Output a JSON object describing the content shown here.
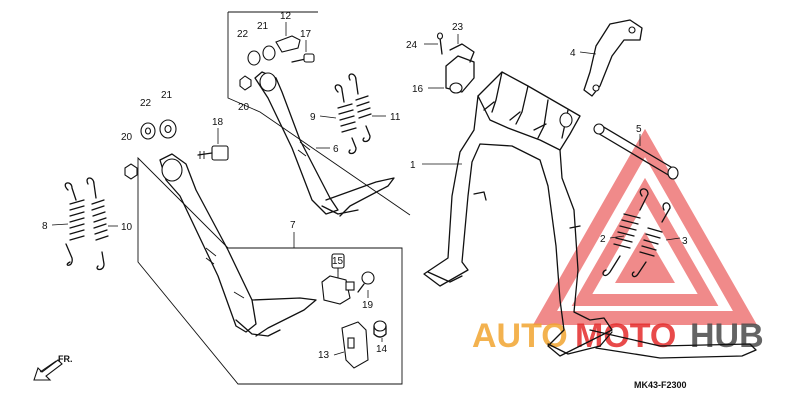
{
  "diagram": {
    "part_numbers": {
      "p1": "1",
      "p2": "2",
      "p3": "3",
      "p4": "4",
      "p5": "5",
      "p6": "6",
      "p7": "7",
      "p8": "8",
      "p9": "9",
      "p10": "10",
      "p11": "11",
      "p12": "12",
      "p13": "13",
      "p14": "14",
      "p15": "15",
      "p16": "16",
      "p17": "17",
      "p18": "18",
      "p19": "19",
      "p20a": "20",
      "p20b": "20",
      "p21a": "21",
      "p21b": "21",
      "p22a": "22",
      "p22b": "22",
      "p23": "23",
      "p24": "24"
    },
    "direction_label": "FR.",
    "reference_code": "MK43-F2300"
  },
  "watermark": {
    "text_auto": "AUTO",
    "text_moto": "MOTO",
    "text_hub": "HUB",
    "color_red": "#e52b2b",
    "color_orange": "#f2a531",
    "color_gray": "#4a4a4a"
  }
}
